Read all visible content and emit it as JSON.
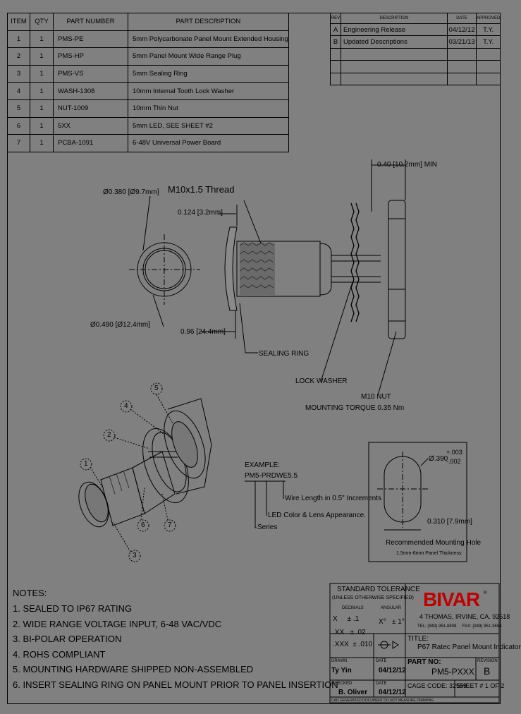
{
  "bom": {
    "headers": [
      "ITEM",
      "QTY",
      "PART NUMBER",
      "PART DESCRIPTION"
    ],
    "rows": [
      [
        "1",
        "1",
        "PMS-PE",
        "5mm Polycarbonate Panel Mount Extended Housing"
      ],
      [
        "2",
        "1",
        "PMS-HP",
        "5mm Panel Mount Wide Range Plug"
      ],
      [
        "3",
        "1",
        "PMS-VS",
        "5mm Sealing Ring"
      ],
      [
        "4",
        "1",
        "WASH-1308",
        "10mm Internal Tooth Lock Washer"
      ],
      [
        "5",
        "1",
        "NUT-1009",
        "10mm Thin Nut"
      ],
      [
        "6",
        "1",
        "5XX",
        "5mm LED, SEE SHEET #2"
      ],
      [
        "7",
        "1",
        "PCBA-1091",
        "6-48V Universal Power Board"
      ]
    ]
  },
  "revisions": {
    "headers": [
      "REV",
      "DESCRIPTION",
      "DATE",
      "APPROVED"
    ],
    "rows": [
      [
        "A",
        "Engineering Release",
        "04/12/12",
        "T.Y."
      ],
      [
        "B",
        "Updated Descriptions",
        "03/21/13",
        "T.Y."
      ]
    ]
  },
  "drawing": {
    "dim_040": "0.40 [10.2mm] MIN",
    "dim_0380": "Ø0.380 [Ø9.7mm]",
    "thread": "M10x1.5 Thread",
    "dim_0124": "0.124 [3.2mm]",
    "dim_0490": "Ø0.490 [Ø12.4mm]",
    "dim_096": "0.96 [24.4mm]",
    "sealing_ring": "SEALING RING",
    "lock_washer": "LOCK WASHER",
    "m10_nut": "M10 NUT",
    "torque": "MOUNTING TORQUE 0.35 Nm",
    "balloons": [
      "1",
      "2",
      "3",
      "4",
      "5",
      "6",
      "7"
    ]
  },
  "example": {
    "title": "EXAMPLE:",
    "code": "PM5-PRDWE5.5",
    "wire": "Wire Length in 0.5\" Increments",
    "led": "LED Color & Lens Appearance.",
    "series": "Series"
  },
  "hole": {
    "dim_top": "Ø.390",
    "tol_plus": "+.003",
    "tol_minus": "-.002",
    "dim_bottom": "0.310 [7.9mm]",
    "caption": "Recommended Mounting Hole",
    "subcaption": "1.5mm-6mm Panel Thickness"
  },
  "notes": {
    "title": "NOTES:",
    "items": [
      "1. SEALED TO IP67 RATING",
      "2. WIDE RANGE VOLTAGE INPUT, 6-48 VAC/VDC",
      "3. BI-POLAR OPERATION",
      "4. ROHS COMPLIANT",
      "5. MOUNTING HARDWARE SHIPPED NON-ASSEMBLED",
      "6. INSERT SEALING RING ON PANEL MOUNT PRIOR TO PANEL INSERTION"
    ]
  },
  "titleblock": {
    "tol_title": "STANDARD TOLERANCE",
    "tol_sub": "(UNLESS OTHERWISE SPECIFIED)",
    "decimals": "DECIMALS",
    "angular": "ANGULAR",
    "tol_x": "X     ± .1",
    "tol_xx": ".XX   ± .02",
    "tol_xxx": ".XXX  ± .010",
    "tol_ang": "X°   ± 1°",
    "logo": "BIVAR",
    "address": "4 THOMAS, IRVINE, CA. 92618",
    "phone": "TEL: (949) 951-8808     FAX: (949) 951-3694",
    "title_label": "TITLE:",
    "title_value": "P67 Ratec Panel Mount Indicator",
    "drawn_label": "DRAWN",
    "drawn_by": "Ty Yin",
    "date_label": "DATE",
    "drawn_date": "04/12/12",
    "part_label": "PART NO:",
    "part_no": "PM5-PXXX",
    "rev_label": "REVISION",
    "rev": "B",
    "checked_label": "CHECKED",
    "checked_by": "B. Oliver",
    "checked_date": "04/12/12",
    "cage": "CAGE CODE: 32559",
    "sheet": "SHEET # 1 OF 2",
    "footer": "CAD GENERATED DOCUMENT DO NOT MEASURE DRAWING"
  }
}
